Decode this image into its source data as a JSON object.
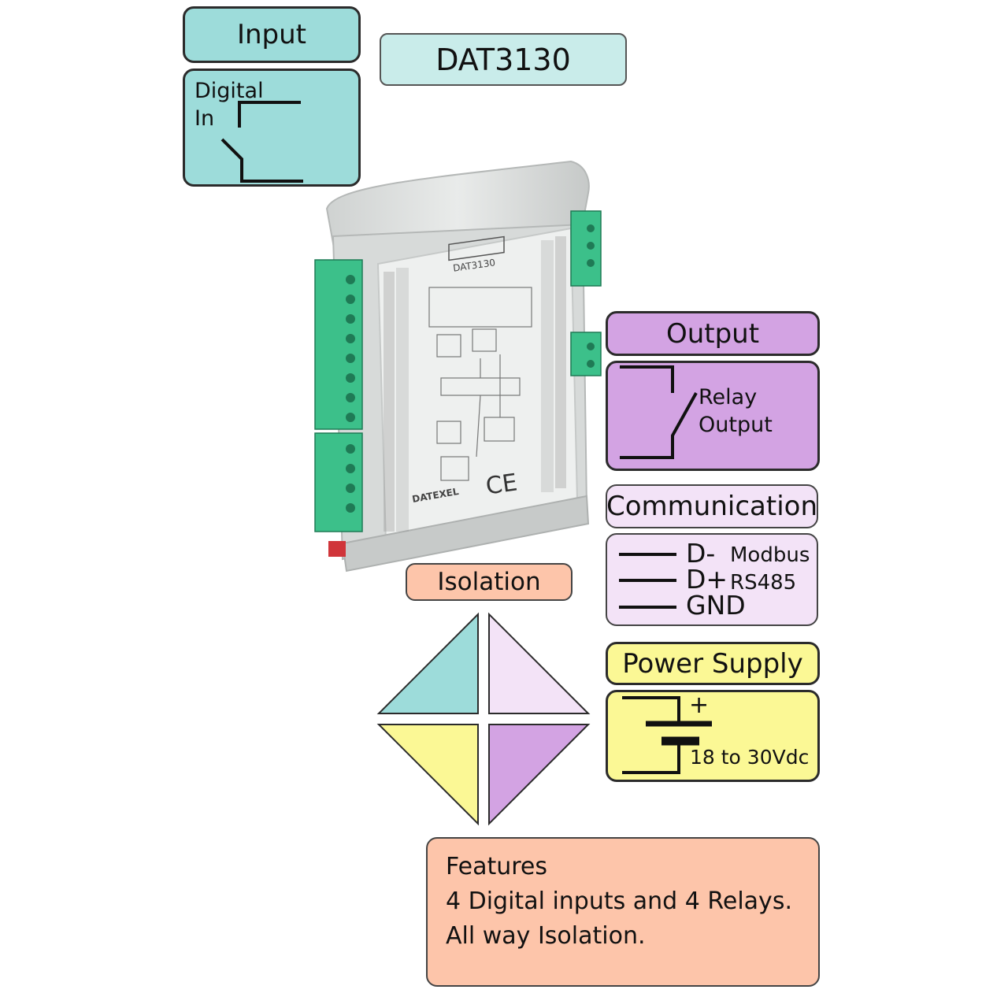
{
  "input": {
    "title": "Input",
    "signal_line1": "Digital",
    "signal_line2": "In"
  },
  "model": "DAT3130",
  "device": {
    "panel_label": "DAT3130",
    "brand": "DATEXEL",
    "ce_mark": "CE"
  },
  "output": {
    "title": "Output",
    "line1": "Relay",
    "line2": "Output"
  },
  "communication": {
    "title": "Communication",
    "pins": [
      "D-",
      "D+",
      "GND"
    ],
    "protocol": "Modbus",
    "bus": "RS485"
  },
  "isolation": {
    "title": "Isolation"
  },
  "power": {
    "title": "Power Supply",
    "plus": "+",
    "range": "18 to 30Vdc"
  },
  "features": {
    "title": "Features",
    "line1": "4 Digital inputs and 4 Relays.",
    "line2": "All way Isolation."
  },
  "colors": {
    "input": "#9ddcda",
    "model": "#c9ecea",
    "output": "#d3a3e3",
    "communication": "#f3e3f7",
    "power": "#fbf895",
    "isolation": "#fdc5aa",
    "terminal_green": "#3cc08a"
  }
}
